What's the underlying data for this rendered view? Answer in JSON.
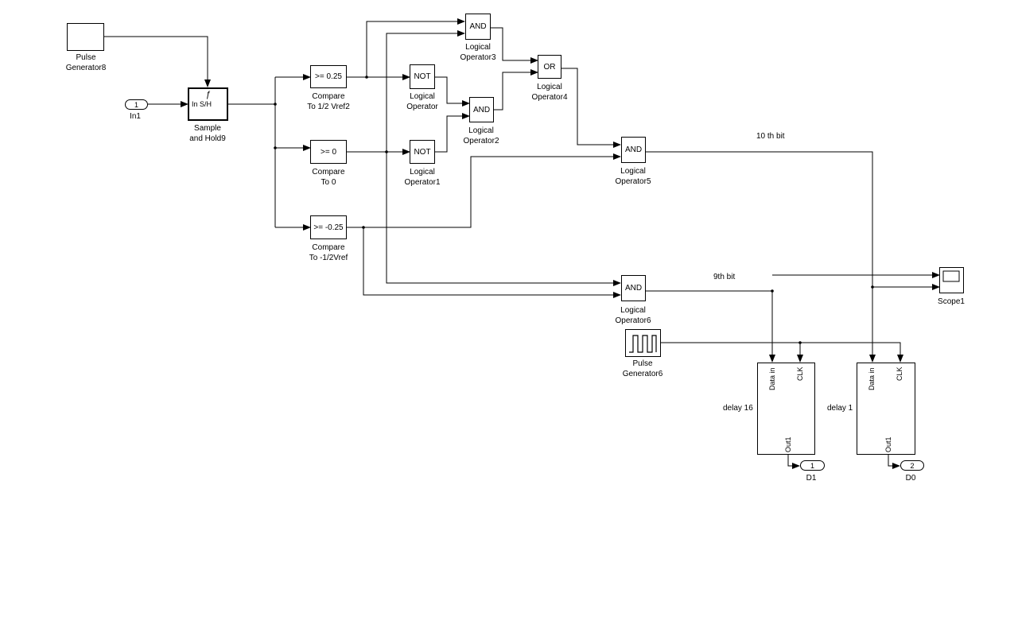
{
  "blocks": {
    "pulse8": {
      "name_l1": "Pulse",
      "name_l2": "Generator8"
    },
    "in1": {
      "port_num": "1",
      "name": "In1"
    },
    "sh": {
      "glyph": "ƒ",
      "port_text": "In  S/H",
      "name_l1": "Sample",
      "name_l2": "and Hold9"
    },
    "cmp1": {
      "text": ">= 0.25",
      "name_l1": "Compare",
      "name_l2": "To  1/2 Vref2"
    },
    "cmp2": {
      "text": ">= 0",
      "name_l1": "Compare",
      "name_l2": "To  0"
    },
    "cmp3": {
      "text": ">= -0.25",
      "name_l1": "Compare",
      "name_l2": "To  -1/2Vref"
    },
    "not0": {
      "text": "NOT",
      "name_l1": "Logical",
      "name_l2": "Operator"
    },
    "not1": {
      "text": "NOT",
      "name_l1": "Logical",
      "name_l2": "Operator1"
    },
    "and3": {
      "text": "AND",
      "name_l1": "Logical",
      "name_l2": "Operator3"
    },
    "and2": {
      "text": "AND",
      "name_l1": "Logical",
      "name_l2": "Operator2"
    },
    "or4": {
      "text": "OR",
      "name_l1": "Logical",
      "name_l2": "Operator4"
    },
    "and5": {
      "text": "AND",
      "name_l1": "Logical",
      "name_l2": "Operator5"
    },
    "and6": {
      "text": "AND",
      "name_l1": "Logical",
      "name_l2": "Operator6"
    },
    "scope": {
      "name": "Scope1"
    },
    "pulse6": {
      "name_l1": "Pulse",
      "name_l2": "Generator6"
    },
    "delay16": {
      "name": "delay 16",
      "in_port": "Data in",
      "clk_port": "CLK",
      "out_port": "Out1"
    },
    "delay1": {
      "name": "delay 1",
      "in_port": "Data in",
      "clk_port": "CLK",
      "out_port": "Out1"
    },
    "d1": {
      "port_num": "1",
      "name": "D1"
    },
    "d0": {
      "port_num": "2",
      "name": "D0"
    }
  },
  "signals": {
    "bit10": "10 th bit",
    "bit9": "9th bit"
  }
}
